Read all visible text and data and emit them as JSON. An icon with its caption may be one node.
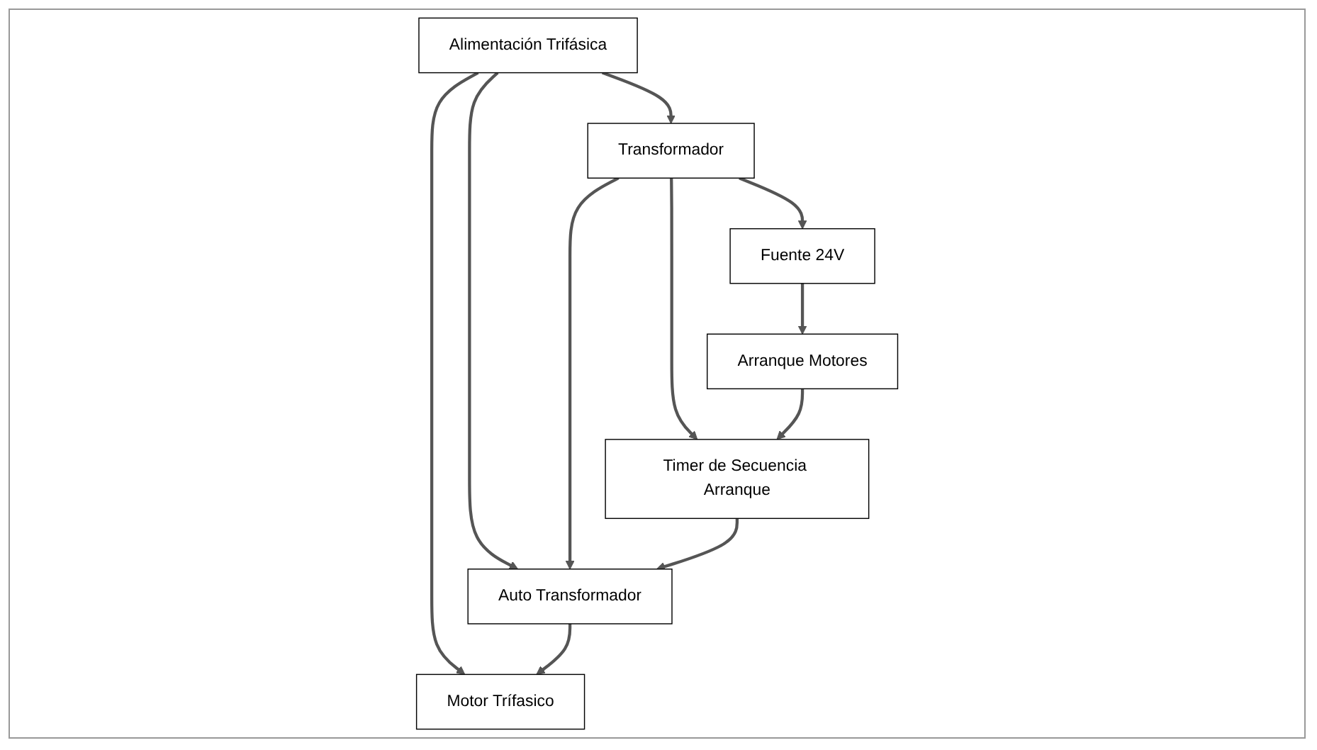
{
  "diagram": {
    "nodes": [
      {
        "text": [
          "Alimentación Trifásica"
        ]
      },
      {
        "text": [
          "Fuente 24V"
        ]
      },
      {
        "text": [
          "Transformador"
        ]
      },
      {
        "text": [
          "Auto Transformador"
        ]
      },
      {
        "text": [
          "Motor Trífasico"
        ]
      },
      {
        "text": [
          "Arranque Motores"
        ]
      },
      {
        "text": [
          "Timer de Secuencia Arranque"
        ]
      }
    ],
    "edges": [
      {
        "from": 0,
        "to": 2,
        "arrow": "to"
      },
      {
        "from": 0,
        "to": 3,
        "arrow": "to"
      },
      {
        "from": 0,
        "to": 4,
        "arrow": "to"
      },
      {
        "from": 2,
        "to": 1,
        "arrow": "to"
      },
      {
        "from": 2,
        "to": 3,
        "arrow": "to"
      },
      {
        "from": 3,
        "to": 4,
        "arrow": "to"
      },
      {
        "from": 1,
        "to": 5,
        "arrow": "to"
      },
      {
        "from": 2,
        "to": 6,
        "arrow": "to"
      },
      {
        "from": 5,
        "to": 6,
        "arrow": "to"
      },
      {
        "from": 6,
        "to": 3,
        "arrow": "to"
      }
    ]
  }
}
